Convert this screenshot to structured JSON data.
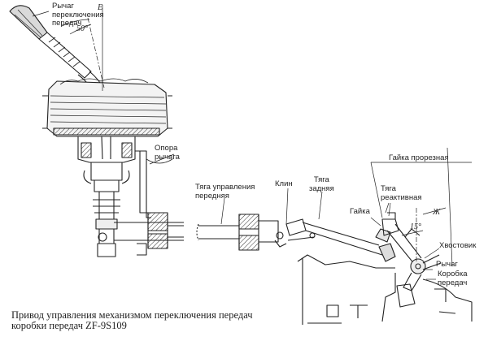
{
  "labels": {
    "shift_lever": [
      "Рычаг",
      "переключения",
      "передач"
    ],
    "lever_support": [
      "Опора",
      "рычага"
    ],
    "front_rod": [
      "Тяга управления",
      "передняя"
    ],
    "wedge": [
      "Клин"
    ],
    "rear_rod": [
      "Тяга",
      "задняя"
    ],
    "slotted_nut": [
      "Гайка прорезная"
    ],
    "reaction_rod": [
      "Тяга",
      "реактивная"
    ],
    "nut": [
      "Гайка"
    ],
    "shank": [
      "Хвостовик"
    ],
    "gear_lever": [
      "Рычаг"
    ],
    "gearbox": [
      "Коробка",
      "передач"
    ]
  },
  "dimensions": {
    "angle_50": "50°",
    "angle_15": "15°",
    "mark_e": "E",
    "mark_zh": "Ж"
  },
  "caption": [
    "Привод управления механизмом переключения передач",
    "коробки передач ZF-9S109"
  ]
}
